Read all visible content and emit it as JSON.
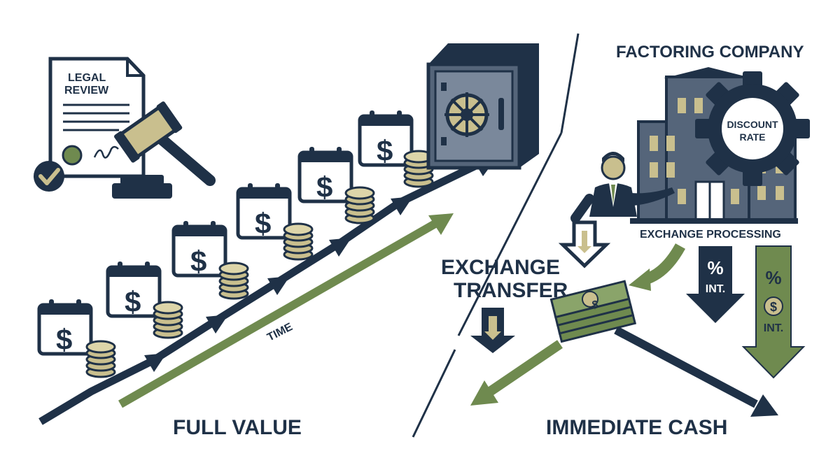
{
  "labels": {
    "legal_review_line1": "LEGAL",
    "legal_review_line2": "REVIEW",
    "time": "TIME",
    "full_value": "FULL VALUE",
    "exchange_transfer_line1": "EXCHANGE",
    "exchange_transfer_line2": "TRANSFER",
    "factoring_company": "FACTORING COMPANY",
    "discount_rate_line1": "DISCOUNT",
    "discount_rate_line2": "RATE",
    "exchange_processing": "EXCHANGE PROCESSING",
    "percent_symbol": "%",
    "interest_abbrev": "INT.",
    "immediate_cash": "IMMEDIATE CASH",
    "dollar_sign": "$"
  },
  "colors": {
    "navy": "#1f3147",
    "olive_green": "#6f8a4f",
    "gold": "#c9bf8e",
    "slate": "#55657a",
    "white": "#ffffff"
  },
  "icons": [
    "legal-document-icon",
    "gavel-icon",
    "checkmark-icon",
    "calendar-dollar-icon",
    "coin-stack-icon",
    "safe-vault-icon",
    "businessman-icon",
    "office-building-icon",
    "gear-icon",
    "cash-stack-icon",
    "down-arrow-icon"
  ]
}
